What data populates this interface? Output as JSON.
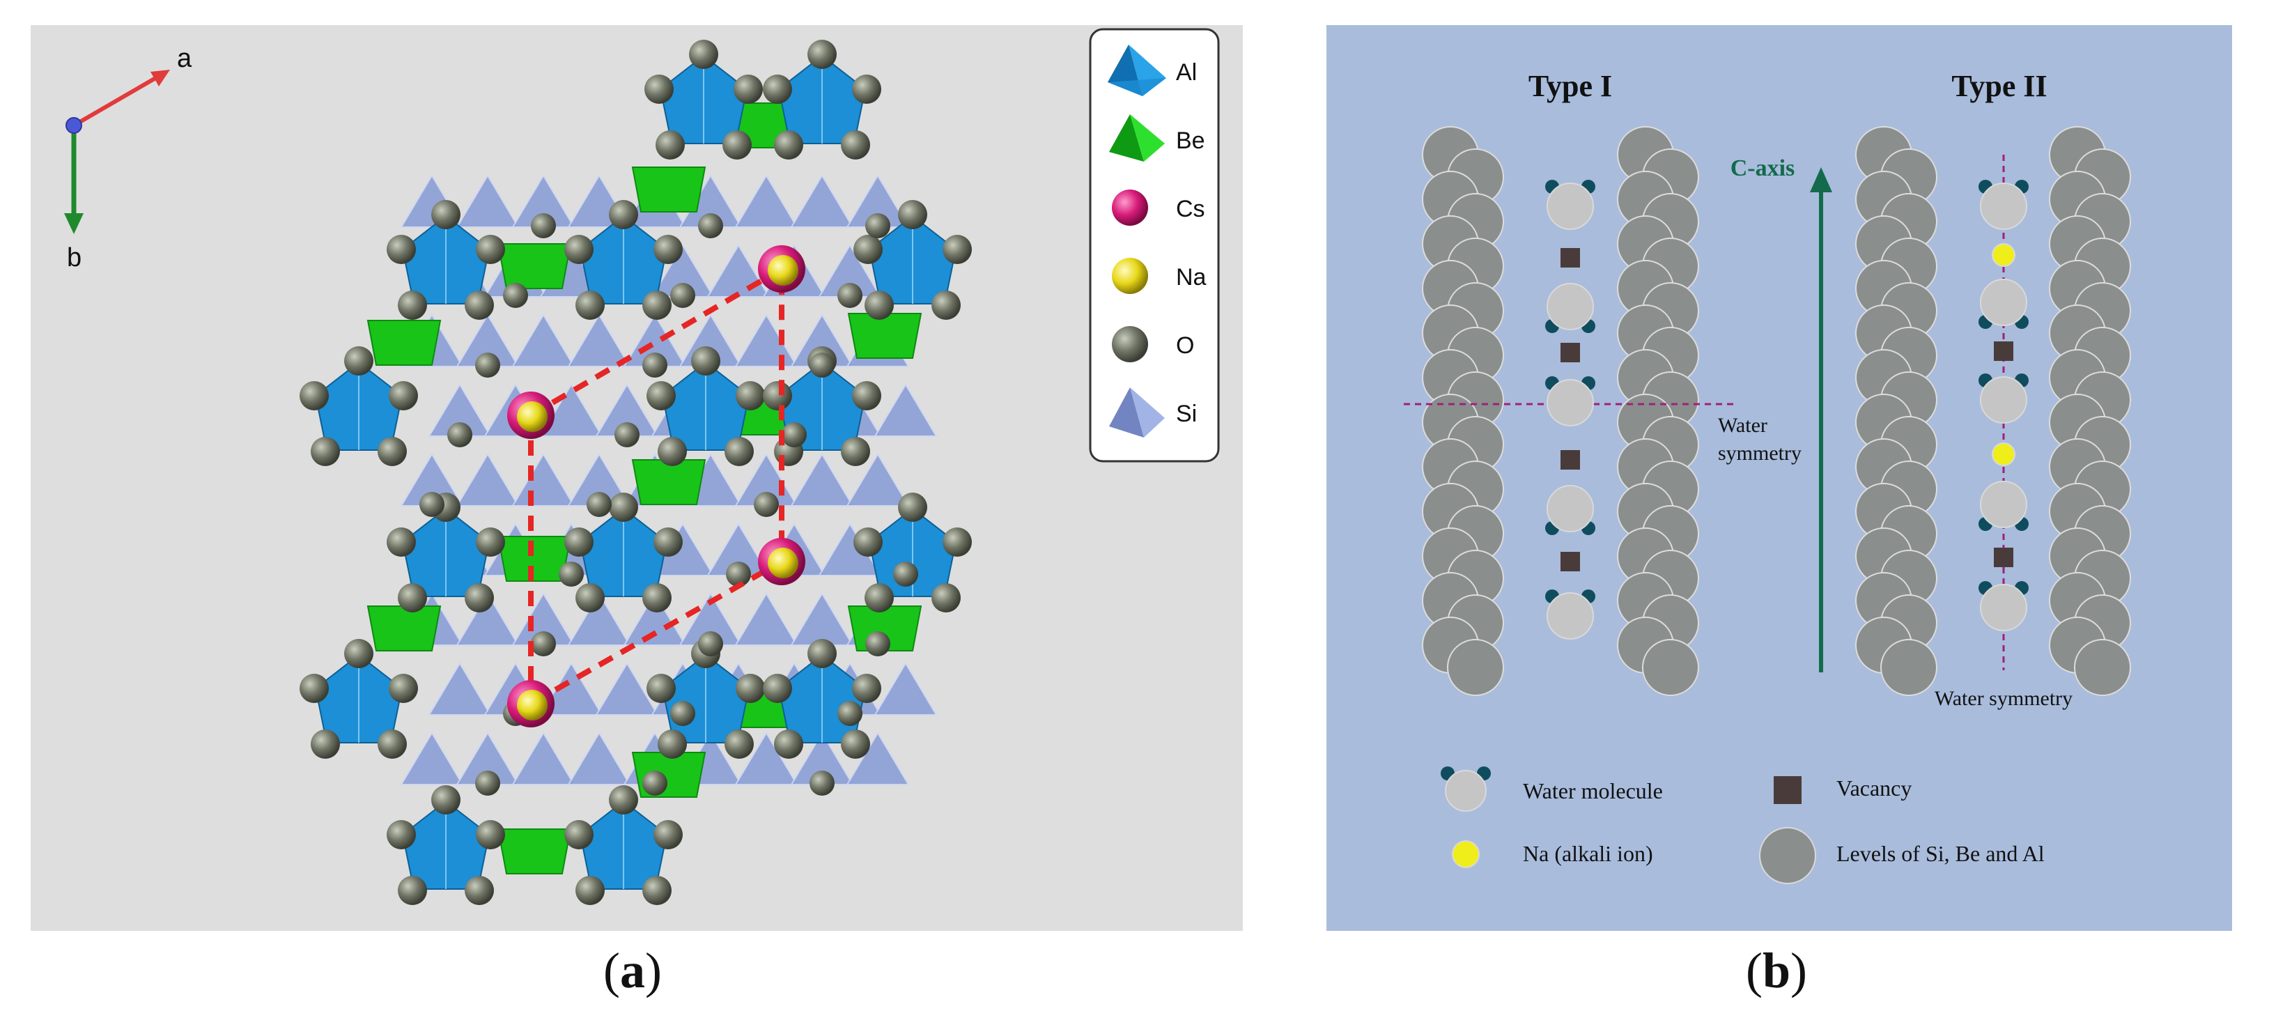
{
  "panel_a": {
    "caption": {
      "open": "(",
      "letter": "a",
      "close": ")"
    },
    "axes": {
      "a_label": "a",
      "b_label": "b"
    },
    "legend": [
      {
        "label": "Al",
        "color": "#1c8fd6",
        "shape": "al-tetrahedron-icon"
      },
      {
        "label": "Be",
        "color": "#18c418",
        "shape": "be-tetrahedron-icon"
      },
      {
        "label": "Cs",
        "color": "#d81b7a",
        "shape": "cs-sphere-icon"
      },
      {
        "label": "Na",
        "color": "#f2e21b",
        "shape": "na-sphere-icon"
      },
      {
        "label": "O",
        "color": "#6e7265",
        "shape": "o-sphere-icon"
      },
      {
        "label": "Si",
        "color": "#8b9fd6",
        "shape": "si-tetrahedron-icon"
      }
    ]
  },
  "panel_b": {
    "caption": {
      "open": "(",
      "letter": "b",
      "close": ")"
    },
    "type1_title": "Type I",
    "type2_title": "Type II",
    "c_axis_label": "C-axis",
    "water_symmetry_line1": "Water",
    "water_symmetry_line2": "symmetry",
    "water_symmetry_bottom": "Water symmetry",
    "legend": {
      "water": "Water molecule",
      "vacancy": "Vacancy",
      "na": "Na (alkali ion)",
      "levels": "Levels of Si, Be and Al"
    },
    "colors": {
      "background": "#a9bcdc",
      "framework": "#8a8f8d",
      "water": "#c5c5c5",
      "hydrogen": "#0f4d5e",
      "vacancy": "#4a3b3b",
      "na": "#f0ee1a",
      "axis": "#136b4c",
      "symmetry": "#a0207a"
    }
  }
}
